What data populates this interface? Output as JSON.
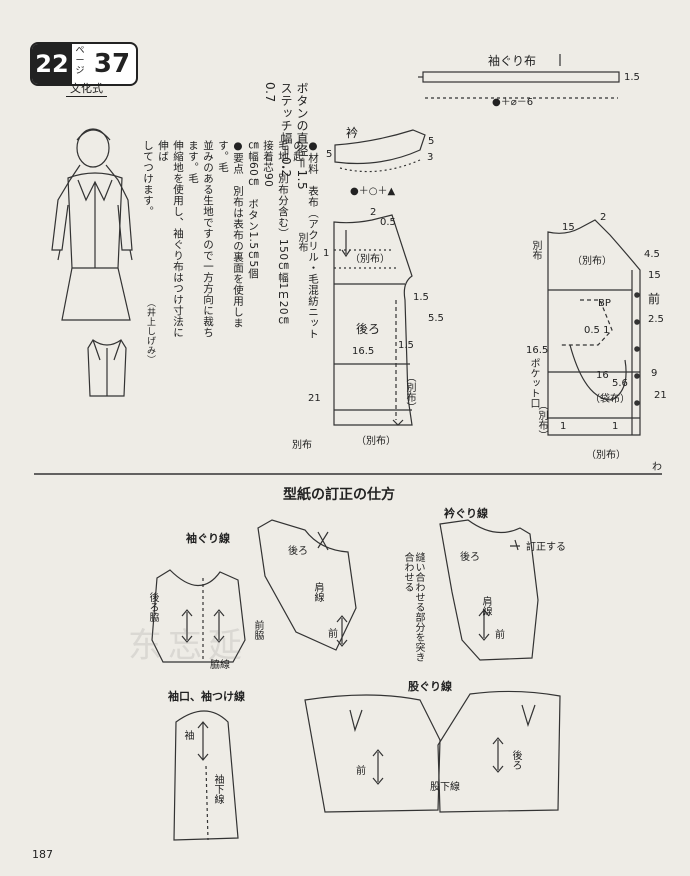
{
  "header": {
    "page_num": "22",
    "page_kana": "ページ",
    "item_num": "37",
    "style": "文化式"
  },
  "instructions": {
    "lines": [
      "●材料　表布（アクリル・毛混紡ニットの起",
      "毛地・別布分含む）150㎝幅1ｍ20㎝　接着芯90",
      "㎝幅60㎝　ボタン1.5㎝5個",
      "●要点　別布は表布の裏面を使用します。毛",
      "並みのある生地ですので一方方向に裁ちます。毛",
      "伸縮地を使用し、袖ぐり布はつけ寸法に伸ば",
      "してつけます。"
    ],
    "credit": "（井上しげみ）"
  },
  "button_note": {
    "lines": [
      "ボタンの直径＝1.5",
      "ステッチ幅＝0.2",
      "0.7"
    ]
  },
  "pattern_top": {
    "sleeve_binding": "袖ぐり布",
    "formula": "●＋⌀－6",
    "n15": "1.5",
    "collar": "衿",
    "collar_formula": "●＋○＋▲",
    "n5a": "5",
    "n5b": "5",
    "n3": "3",
    "n2": "2",
    "n05a": "0.5",
    "n11": "1",
    "betsu_left": "別布",
    "betsu_mark": "（別布）",
    "back": "後ろ",
    "n165a": "16.5",
    "n15b": "1.5",
    "n15c": "1.5",
    "n55": "5.5",
    "n21a": "21",
    "back_betsu": "（別布）",
    "bottom_betsu_a": "別布",
    "bottom_betsu_b": "（別布）",
    "front_betsu_lbl": "別布",
    "front_betsu_mark": "（別布）",
    "front": "前",
    "bp": "BP",
    "n45": "4.5",
    "n25": "2.5",
    "n9": "9",
    "n21b": "21",
    "n165b": "16.5",
    "pocket": "ポケット口",
    "n051": "0.5 1",
    "n16": "16",
    "n56": "5.6",
    "pocket_betsu": "（袋布）",
    "front_bottom_betsu": "（別布）",
    "fold": "わ",
    "n1a": "1",
    "n1b": "1",
    "n2b": "2",
    "n15d": "15",
    "n15e": "15"
  },
  "correction": {
    "title": "型紙の訂正の仕方",
    "armhole": "袖ぐり線",
    "armhole_back": "後ろ脇",
    "armhole_front": "前脇",
    "armhole_side": "脇線",
    "back_a": "後ろ",
    "shoulder": "肩線",
    "front_a": "前",
    "neckline": "衿ぐり線",
    "correct": "訂正する",
    "match_note": "縫い合わせる部分を突き合わせる",
    "back_b": "後ろ",
    "shoulder_b": "肩線",
    "front_b": "前",
    "cuff": "袖口、袖つけ線",
    "sleeve": "袖",
    "underarm": "袖下線",
    "crotch": "股ぐり線",
    "pant_front": "前",
    "pant_back": "後ろ",
    "inseam": "股下線"
  },
  "watermark": "东忘延",
  "page_number": "187"
}
